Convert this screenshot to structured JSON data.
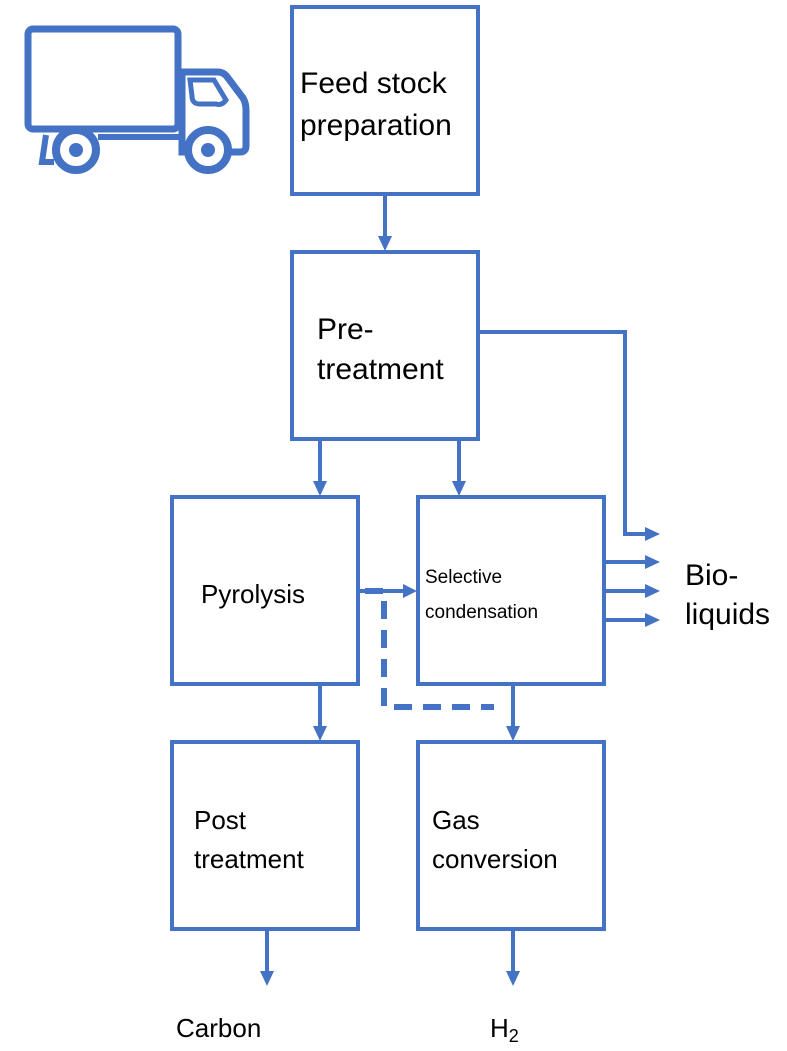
{
  "colors": {
    "stroke": "#4472c4",
    "text": "#000000",
    "background": "#ffffff"
  },
  "icons": {
    "truck": "truck-icon"
  },
  "boxes": {
    "feedstock": {
      "line1": "Feed stock",
      "line2": "preparation"
    },
    "pretreatment": {
      "line1": "Pre-",
      "line2": "treatment"
    },
    "pyrolysis": {
      "line1": "Pyrolysis"
    },
    "selective": {
      "line1": "Selective",
      "line2": "condensation"
    },
    "post": {
      "line1": "Post",
      "line2": "treatment"
    },
    "gas": {
      "line1": "Gas",
      "line2": "conversion"
    }
  },
  "outputs": {
    "bioliquids": {
      "line1": "Bio-",
      "line2": "liquids"
    },
    "carbon": "Carbon",
    "h2": {
      "base": "H",
      "subscript": "2"
    }
  }
}
